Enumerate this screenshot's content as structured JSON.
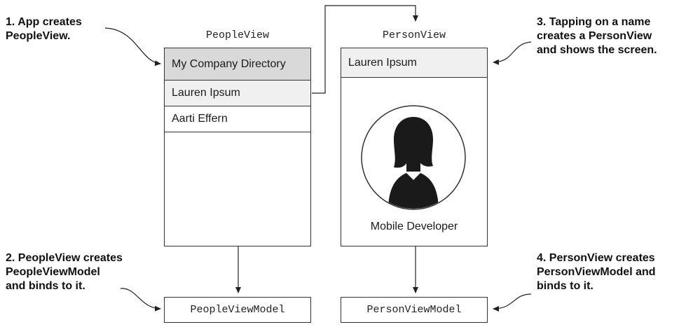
{
  "callouts": {
    "step1": "1. App creates\nPeopleView.",
    "step2": "2. PeopleView creates\nPeopleViewModel\nand binds to it.",
    "step3": "3. Tapping on a name\ncreates a PersonView\nand shows the screen.",
    "step4": "4. PersonView creates\nPersonViewModel and\nbinds to it."
  },
  "people_view": {
    "title": "PeopleView",
    "header": "My Company Directory",
    "items": [
      "Lauren Ipsum",
      "Aarti Effern"
    ]
  },
  "person_view": {
    "title": "PersonView",
    "name": "Lauren Ipsum",
    "role": "Mobile Developer",
    "avatar_icon": "person-silhouette-icon"
  },
  "view_models": {
    "people": "PeopleViewModel",
    "person": "PersonViewModel"
  },
  "colors": {
    "header_fill": "#d9d9d9",
    "selected_fill": "#f0f0f0",
    "line": "#333333",
    "silhouette": "#1a1a1a"
  }
}
